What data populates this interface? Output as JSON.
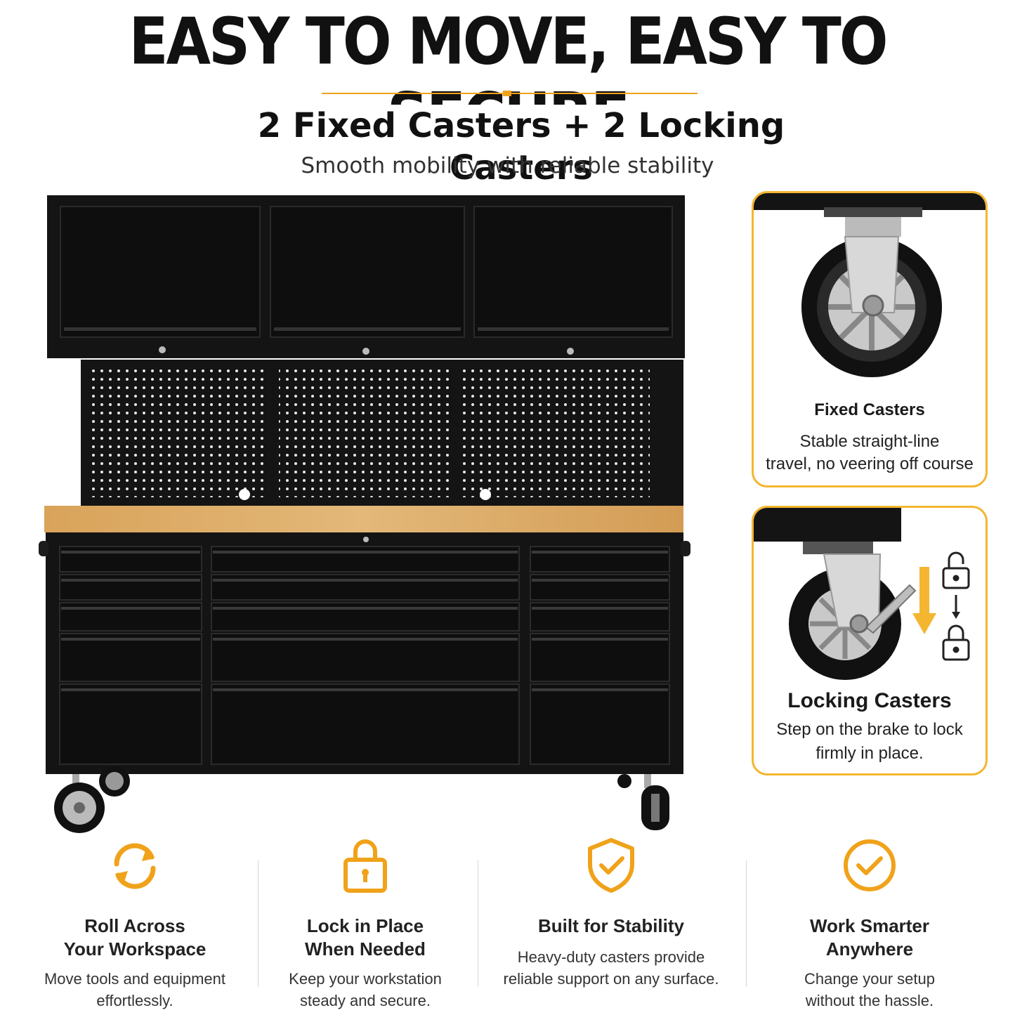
{
  "header": {
    "title": "EASY TO MOVE, EASY TO SECURE",
    "subtitle": "2 Fixed Casters + 2 Locking Casters",
    "tagline": "Smooth mobility with reliable stability",
    "accent_color": "#f0a21a"
  },
  "callouts": [
    {
      "title": "Fixed Casters",
      "desc_line1": "Stable straight-line",
      "desc_line2": "travel, no veering off course",
      "icon": "caster-wheel-icon"
    },
    {
      "title": "Locking Casters",
      "desc_line1": "Step on the brake to lock",
      "desc_line2": "firmly in place.",
      "icon": "locking-caster-icon"
    }
  ],
  "features": [
    {
      "icon": "refresh-icon",
      "title_line1": "Roll Across",
      "title_line2": "Your Workspace",
      "desc_line1": "Move tools and equipment",
      "desc_line2": "effortlessly."
    },
    {
      "icon": "padlock-icon",
      "title_line1": "Lock in Place",
      "title_line2": "When Needed",
      "desc_line1": "Keep your workstation",
      "desc_line2": "steady and secure."
    },
    {
      "icon": "shield-check-icon",
      "title_line1": "Built for Stability",
      "title_line2": "",
      "desc_line1": "Heavy-duty casters provide",
      "desc_line2": "reliable support on any surface."
    },
    {
      "icon": "circle-check-icon",
      "title_line1": "Work Smarter",
      "title_line2": "Anywhere",
      "desc_line1": "Change your setup",
      "desc_line2": "without the hassle."
    }
  ],
  "colors": {
    "cabinet": "#141414",
    "wood": "#dcae6a",
    "border": "#f4b630"
  }
}
